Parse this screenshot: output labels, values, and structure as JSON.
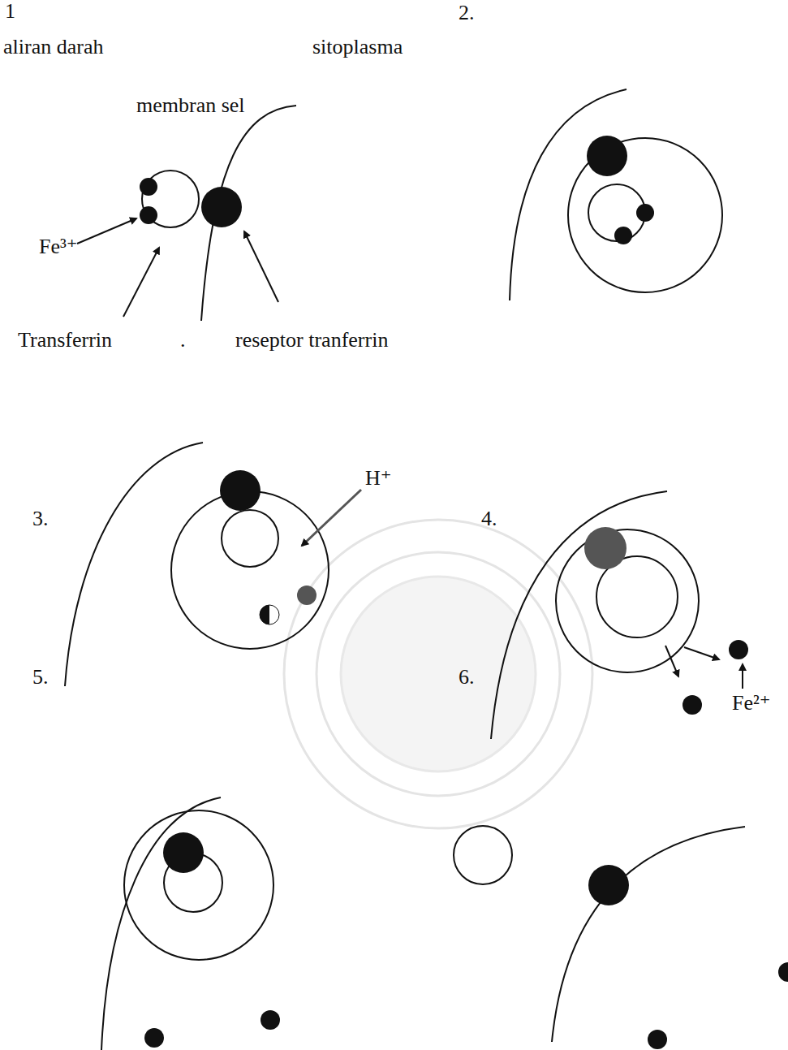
{
  "diagram": {
    "labels": [
      "1",
      "aliran darah",
      "sitoplasma",
      "2.",
      "membran sel",
      "Fe³⁺",
      "Transferrin",
      ".",
      "reseptor tranferrin",
      "3.",
      "H⁺",
      "4.",
      "Fe²⁺",
      "5.",
      "6."
    ]
  }
}
